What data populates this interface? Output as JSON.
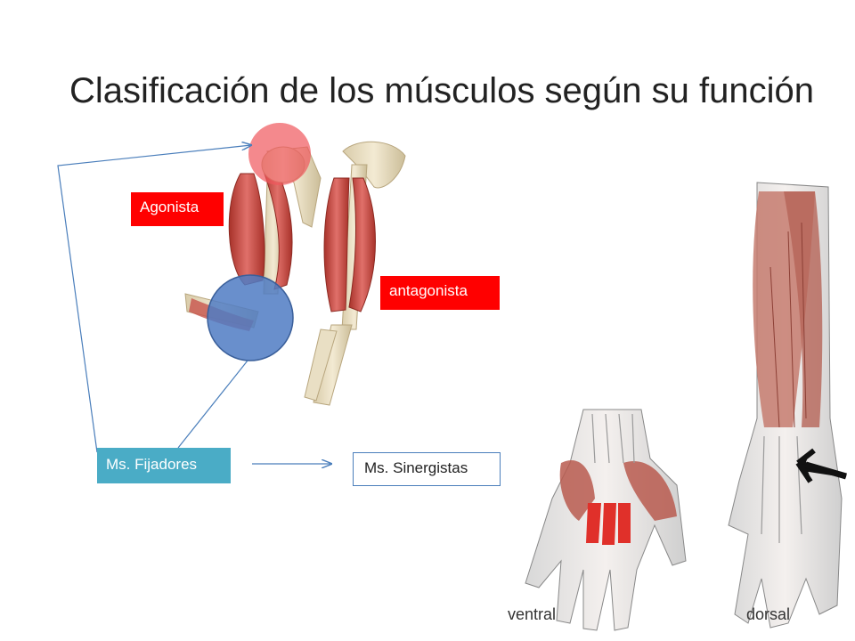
{
  "slide": {
    "title": "Clasificación de los músculos según su función"
  },
  "labels": {
    "agonista": "Agonista",
    "antagonista": "antagonista",
    "fijadores": "Ms. Fijadores",
    "sinergistas": "Ms. Sinergistas"
  },
  "captions": {
    "ventral": "ventral",
    "dorsal": "dorsal"
  },
  "colors": {
    "label_red": "#ff0000",
    "label_teal": "#4aacc6",
    "connector_blue": "#4a7ebb",
    "joint_red": "#f0575d",
    "joint_blue": "#4f7bc3"
  }
}
